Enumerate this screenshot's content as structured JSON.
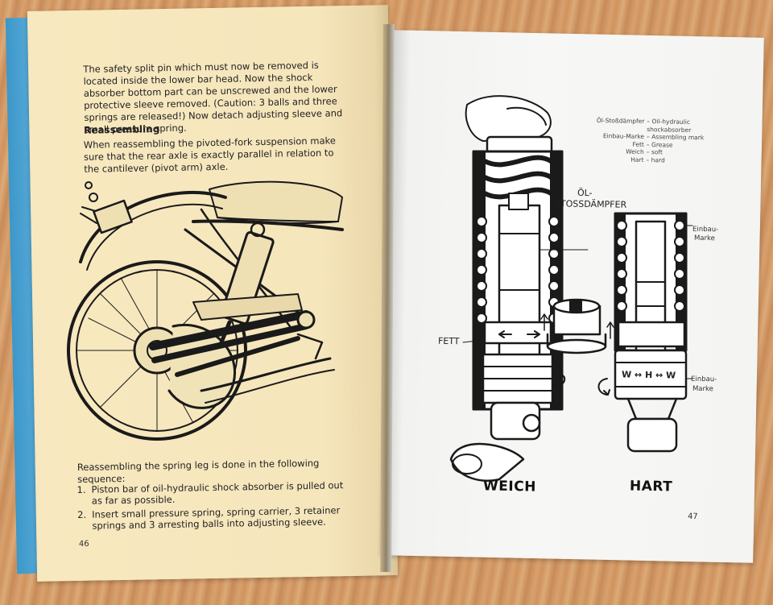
{
  "left_page": {
    "paragraph_1": "The safety split pin which must now be removed is located inside the lower bar head. Now the shock absorber bottom part can be unscrewed and the lower protective sleeve removed. (Caution: 3 balls and three springs are released!) Now detach adjusting sleeve and small pressure spring.",
    "heading": "Reassembling",
    "paragraph_2": "When reassembling the pivoted-fork suspension make sure that the rear axle is exactly parallel in relation to the cantilever (pivot arm) axle.",
    "paragraph_3": "Reassembling the spring leg is done in the following sequence:",
    "steps": [
      {
        "num": "1.",
        "text": "Piston bar of oil-hydraulic shock absorber is pulled out as far as possible."
      },
      {
        "num": "2.",
        "text": "Insert small pressure spring, spring carrier, 3 retainer springs and 3 arresting balls into adjusting sleeve."
      }
    ],
    "page_number": "46"
  },
  "right_page": {
    "legend": [
      {
        "de": "Öl-Stoßdämpfer",
        "en": "– Oil-hydraulic shockabsorber"
      },
      {
        "de": "Einbau-Marke",
        "en": "– Assembling mark"
      },
      {
        "de": "Fett",
        "en": "– Grease"
      },
      {
        "de": "Weich",
        "en": "– soft"
      },
      {
        "de": "Hart",
        "en": "– hard"
      }
    ],
    "label_oel_1": "ÖL-",
    "label_oel_2": "STOSSDÄMPFER",
    "label_fett": "FETT",
    "label_einbau_1": "Einbau-",
    "label_marke_1": "Marke",
    "label_einbau_2": "Einbau-",
    "label_marke_2": "Marke",
    "ring_letters": "W ↔ H ↔ W",
    "label_weich": "WEICH",
    "label_hart": "HART",
    "page_number": "47"
  }
}
